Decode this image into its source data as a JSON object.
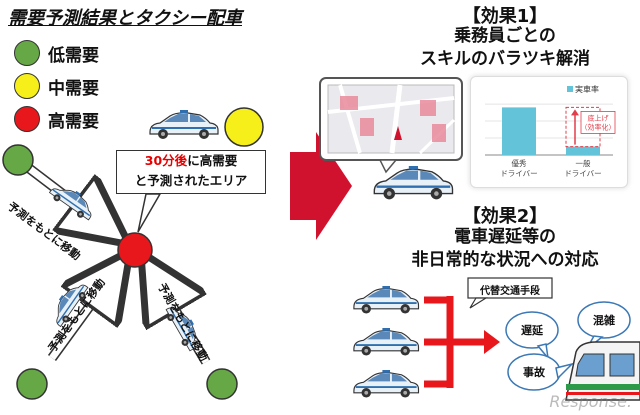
{
  "title": "需要予測結果とタクシー配車",
  "legend": [
    {
      "label": "低需要",
      "color": "#66a845"
    },
    {
      "label": "中需要",
      "color": "#f7ef19"
    },
    {
      "label": "高需要",
      "color": "#e8171c"
    }
  ],
  "callout": {
    "highlight": "30分後",
    "line1_rest": "に高需要",
    "line2": "と予測されたエリア"
  },
  "arrow_label": "予測をもとに移動",
  "effect1": {
    "heading": "【効果1】",
    "line1": "乗務員ごとの",
    "line2": "スキルのバラツキ解消"
  },
  "chart_data": {
    "type": "bar",
    "categories": [
      "優秀\nドライバー",
      "一般\nドライバー"
    ],
    "category_labels": [
      [
        "優秀",
        "ドライバー"
      ],
      [
        "一般",
        "ドライバー"
      ]
    ],
    "values": [
      0.85,
      0.15
    ],
    "legend": "実車率",
    "annotation": [
      "底上げ",
      "（効率化）"
    ],
    "colors": {
      "bar": "#63c3d8",
      "annotation": "#e33c4a"
    }
  },
  "effect2": {
    "heading": "【効果2】",
    "line1": "電車遅延等の",
    "line2": "非日常的な状況への対応"
  },
  "alt_transport_label": "代替交通手段",
  "bubbles": [
    "遅延",
    "混雑",
    "事故"
  ],
  "watermark": "Response."
}
